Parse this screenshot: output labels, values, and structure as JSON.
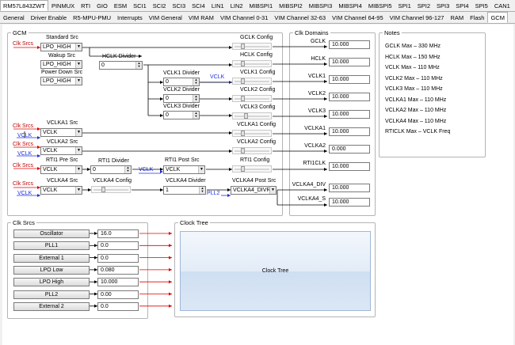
{
  "tabs_top": [
    "RM57L843ZWT",
    "PINMUX",
    "RTI",
    "GIO",
    "ESM",
    "SCI1",
    "SCI2",
    "SCI3",
    "SCI4",
    "LIN1",
    "LIN2",
    "MIBSPI1",
    "MIBSPI2",
    "MIBSPI3",
    "MIBSPI4",
    "MIBSPI5",
    "SPI1",
    "SPI2",
    "SPI3",
    "SPI4",
    "SPI5",
    "CAN1",
    "CA"
  ],
  "tabs_second": [
    "General",
    "Driver Enable",
    "R5-MPU-PMU",
    "Interrupts",
    "VIM General",
    "VIM RAM",
    "VIM Channel 0-31",
    "VIM Channel 32-63",
    "VIM Channel 64-95",
    "VIM Channel 96-127",
    "RAM",
    "Flash",
    "GCM"
  ],
  "active_second_tab": "GCM",
  "gcm": {
    "title": "GCM",
    "clk_srcs_label": "Clk Srcs",
    "standard_src_label": "Standard Src",
    "standard_src_value": "LPO_HIGH",
    "wakeup_src_label": "Wakup Src",
    "wakeup_src_value": "LPO_HIGH",
    "power_down_src_label": "Power Down Src",
    "power_down_src_value": "LPO_HIGH",
    "hclk_divider_label": "HCLK Divider",
    "hclk_divider_value": "0",
    "vclk_label": "VCLK",
    "vclk1_divider_label": "VCLK1 Divider",
    "vclk1_divider_value": "0",
    "vclk2_divider_label": "VCLK2 Divider",
    "vclk2_divider_value": "0",
    "vclk3_divider_label": "VCLK3 Divider",
    "vclk3_divider_value": "0",
    "gclk_config": "GCLK Config",
    "hclk_config": "HCLK Config",
    "vclk1_config": "VCLK1 Config",
    "vclk2_config": "VCLK2 Config",
    "vclk3_config": "VCLK3 Config",
    "vclka1_src_label": "VCLKA1 Src",
    "vclka1_src_value": "VCLK",
    "vclka1_config": "VCLKA1 Config",
    "vclka2_src_label": "VCLKA2 Src",
    "vclka2_src_value": "VCLK",
    "vclka2_config": "VCLKA2 Config",
    "rti1_pre_src_label": "RTI1 Pre Src",
    "rti1_pre_src_value": "VCLK",
    "rti1_divider_label": "RTI1 Divider",
    "rti1_divider_value": "0",
    "rti1_post_src_label": "RTI1 Post Src",
    "rti1_post_src_value": "VCLK",
    "rti1_config": "RTI1 Config",
    "vclka4_src_label": "VCLKA4 Src",
    "vclka4_src_value": "VCLK",
    "vclka4_config": "VCLKA4 Config",
    "vclka4_divider_label": "VCLKA4 Divider",
    "vclka4_divider_value": "1",
    "vclka4_post_src_label": "VCLKA4 Post Src",
    "vclka4_post_src_value": "VCLKA4_DIVR",
    "pll2_label": "PLL2",
    "clk_srcs_short": "Clk Srcs",
    "vclk_short": "VCLK"
  },
  "clk_domains": {
    "title": "Clk Domains",
    "rows": [
      {
        "label": "GCLK",
        "value": "10.000"
      },
      {
        "label": "HCLK",
        "value": "10.000"
      },
      {
        "label": "VCLK1",
        "value": "10.000"
      },
      {
        "label": "VCLK2",
        "value": "10.000"
      },
      {
        "label": "VCLK3",
        "value": "10.000"
      },
      {
        "label": "VCLKA1",
        "value": "10.000"
      },
      {
        "label": "VCLKA2",
        "value": "0.000"
      },
      {
        "label": "RTI1CLK",
        "value": "10.000"
      },
      {
        "label": "VCLKA4_DIV",
        "value": "10.000"
      },
      {
        "label": "VCLKA4_S",
        "value": "10.000"
      }
    ]
  },
  "notes": {
    "title": "Notes",
    "lines": [
      "GCLK Max – 330 MHz",
      "HCLK Max – 150 MHz",
      "VCLK Max – 110 MHz",
      "VCLK2 Max – 110 MHz",
      "VCLK3 Max – 110 MHz",
      "VCLKA1 Max – 110 MHz",
      "VCLKA2 Max – 110 MHz",
      "VCLKA4 Max – 110 MHz",
      "RTICLK Max – VCLK Freq"
    ]
  },
  "clk_srcs_panel": {
    "title": "Clk Srcs",
    "rows": [
      {
        "label": "Oscillator",
        "value": "16.0"
      },
      {
        "label": "PLL1",
        "value": "0.0"
      },
      {
        "label": "External 1",
        "value": "0.0"
      },
      {
        "label": "LPO Low",
        "value": "0.080"
      },
      {
        "label": "LPO High",
        "value": "10.000"
      },
      {
        "label": "PLL2",
        "value": "0.00"
      },
      {
        "label": "External 2",
        "value": "0.0"
      }
    ]
  },
  "clock_tree": {
    "title": "Clock Tree",
    "button_label": "Clock Tree"
  },
  "colors": {
    "accent_red": "#e00000",
    "accent_blue": "#1c2fe0"
  }
}
